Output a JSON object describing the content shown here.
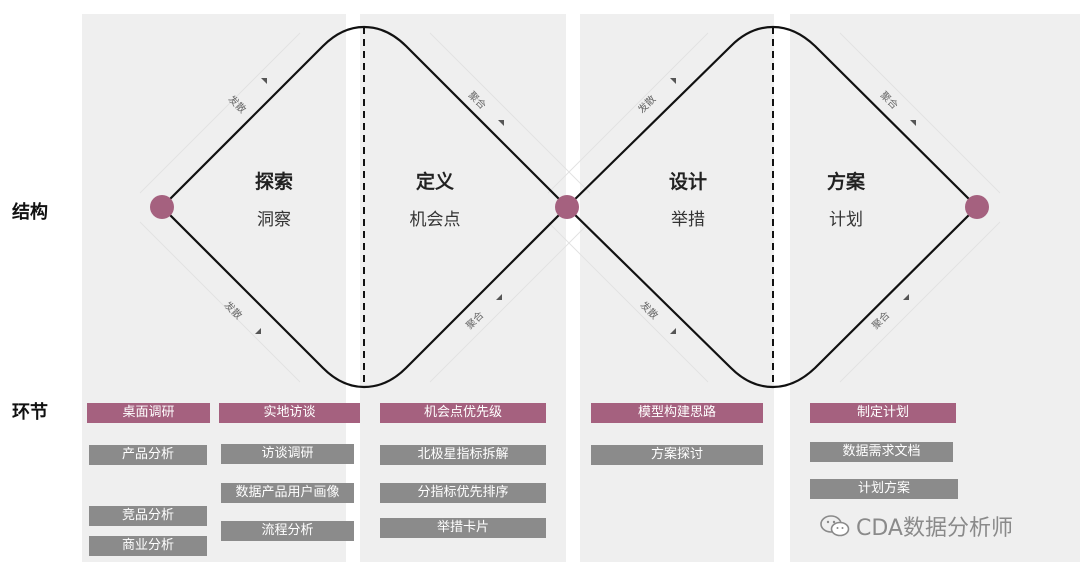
{
  "rows": {
    "structure": "结构",
    "stages": "环节"
  },
  "phases": [
    {
      "title": "探索",
      "subtitle": "洞察"
    },
    {
      "title": "定义",
      "subtitle": "机会点"
    },
    {
      "title": "设计",
      "subtitle": "举措"
    },
    {
      "title": "方案",
      "subtitle": "计划"
    }
  ],
  "edge_labels": {
    "diverge": "发散",
    "converge": "聚合"
  },
  "colors": {
    "accent": "#a5617f",
    "box_gray": "#8b8b8b",
    "panel": "#efefef"
  },
  "columns": {
    "explore_a": [
      "桌面调研",
      "产品分析",
      "竞品分析",
      "商业分析"
    ],
    "explore_b": [
      "实地访谈",
      "访谈调研",
      "数据产品用户画像",
      "流程分析"
    ],
    "define": [
      "机会点优先级",
      "北极星指标拆解",
      "分指标优先排序",
      "举措卡片"
    ],
    "design": [
      "模型构建思路",
      "方案探讨"
    ],
    "plan": [
      "制定计划",
      "数据需求文档",
      "计划方案"
    ]
  },
  "watermark": "CDA数据分析师"
}
